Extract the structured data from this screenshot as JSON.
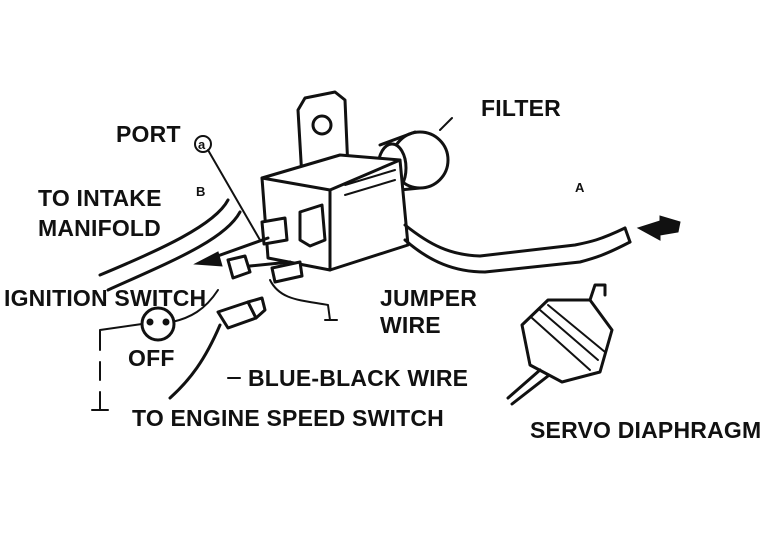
{
  "labels": {
    "filter": "FILTER",
    "port": "PORT",
    "port_marker": "a",
    "marker_b": "B",
    "marker_a": "A",
    "to_intake_line1": "TO INTAKE",
    "to_intake_line2": "MANIFOLD",
    "ignition_switch": "IGNITION SWITCH",
    "off": "OFF",
    "jumper_line1": "JUMPER",
    "jumper_line2": "WIRE",
    "blue_black_wire": "BLUE-BLACK WIRE",
    "to_engine_speed_switch": "TO ENGINE SPEED SWITCH",
    "servo_diaphragm": "SERVO DIAPHRAGM"
  },
  "colors": {
    "ink": "#111111",
    "paper": "#ffffff"
  }
}
